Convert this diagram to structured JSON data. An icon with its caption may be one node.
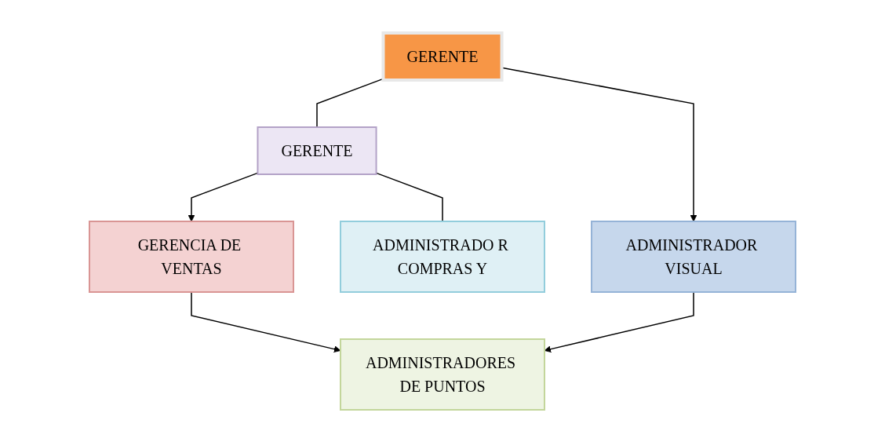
{
  "diagram": {
    "nodes": [
      {
        "text": [
          "GERENTE"
        ]
      },
      {
        "text": [
          "GERENTE"
        ]
      },
      {
        "text": [
          "ADMINISTRADOR VISUAL"
        ]
      },
      {
        "text": [
          "GERENCIA DE VENTAS"
        ]
      },
      {
        "text": [
          "ADMINISTRADO R COMPRAS Y"
        ]
      },
      {
        "text": [
          "ADMINISTRADORES DE PUNTOS"
        ]
      }
    ],
    "edges": [
      {
        "from": 0,
        "to": 1,
        "arrow": "none"
      },
      {
        "from": 0,
        "to": 2,
        "arrow": "to"
      },
      {
        "from": 1,
        "to": 3,
        "arrow": "to"
      },
      {
        "from": 1,
        "to": 4,
        "arrow": "none"
      },
      {
        "from": 3,
        "to": 5,
        "arrow": "to"
      },
      {
        "from": 2,
        "to": 5,
        "arrow": "to"
      }
    ]
  }
}
